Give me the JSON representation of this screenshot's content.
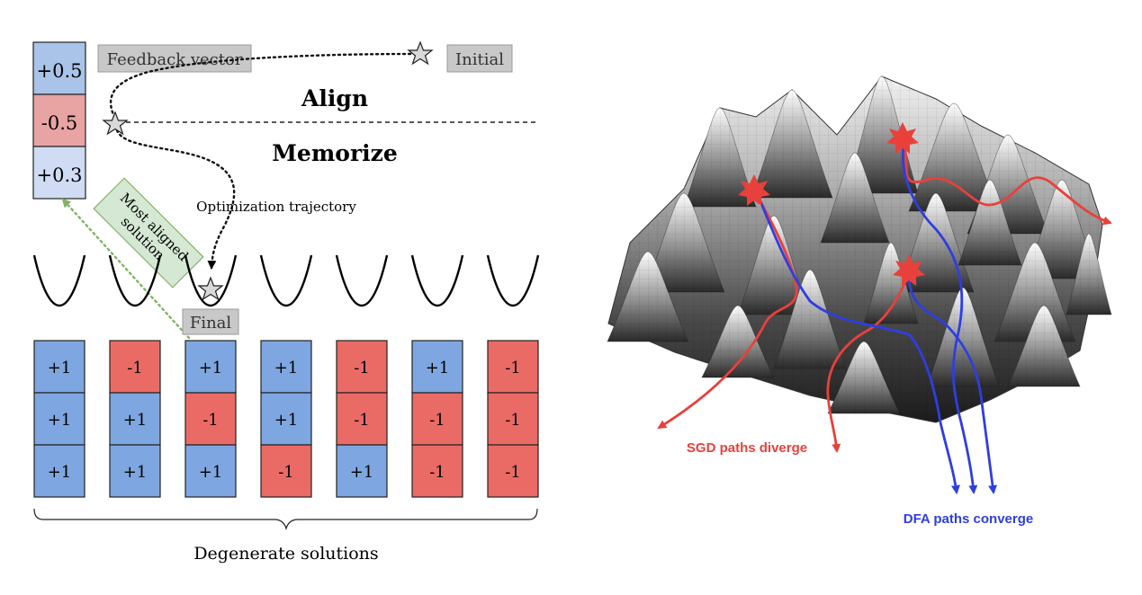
{
  "feedback_vector": {
    "label": "Feedback vector",
    "values": [
      "+0.5",
      "-0.5",
      "+0.3"
    ],
    "colors": [
      "#a9c4e8",
      "#e8a3a3",
      "#cfdcf3"
    ]
  },
  "labels": {
    "initial": "Initial",
    "align": "Align",
    "memorize": "Memorize",
    "trajectory": "Optimization trajectory",
    "most_aligned": [
      "Most aligned",
      "solution"
    ],
    "final": "Final",
    "degenerate": "Degenerate solutions",
    "sgd": "SGD paths diverge",
    "dfa": "DFA paths converge"
  },
  "solutions": [
    [
      "+1",
      "+1",
      "+1"
    ],
    [
      "-1",
      "+1",
      "+1"
    ],
    [
      "+1",
      "-1",
      "+1"
    ],
    [
      "+1",
      "+1",
      "-1"
    ],
    [
      "-1",
      "-1",
      "+1"
    ],
    [
      "+1",
      "-1",
      "-1"
    ],
    [
      "-1",
      "-1",
      "-1"
    ]
  ],
  "colors": {
    "positive": "#7ea6e0",
    "negative": "#ea6b66",
    "label_box": "#c8c8c8",
    "green_box": "#d5e8d4",
    "green": "#82b366",
    "sgd": "#e8413b",
    "dfa": "#2f3ee0"
  }
}
